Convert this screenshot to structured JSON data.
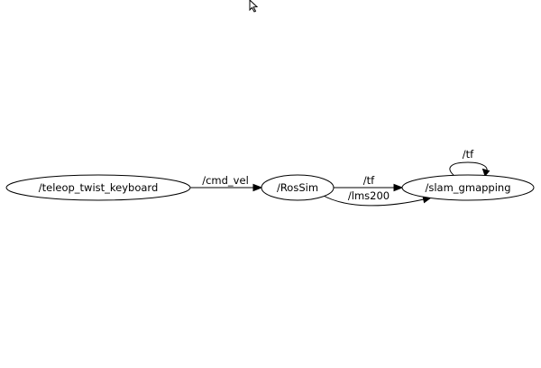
{
  "graph": {
    "nodes": [
      {
        "id": "teleop",
        "label": "/teleop_twist_keyboard"
      },
      {
        "id": "rossim",
        "label": "/RosSim"
      },
      {
        "id": "slam",
        "label": "/slam_gmapping"
      }
    ],
    "edges": [
      {
        "id": "cmd_vel",
        "from": "teleop",
        "to": "rossim",
        "label": "/cmd_vel"
      },
      {
        "id": "tf_rossim",
        "from": "rossim",
        "to": "slam",
        "label": "/tf"
      },
      {
        "id": "lms200",
        "from": "rossim",
        "to": "slam",
        "label": "/lms200"
      },
      {
        "id": "tf_self",
        "from": "slam",
        "to": "slam",
        "label": "/tf"
      }
    ]
  },
  "cursor": {
    "icon": "mouse-pointer-icon"
  }
}
